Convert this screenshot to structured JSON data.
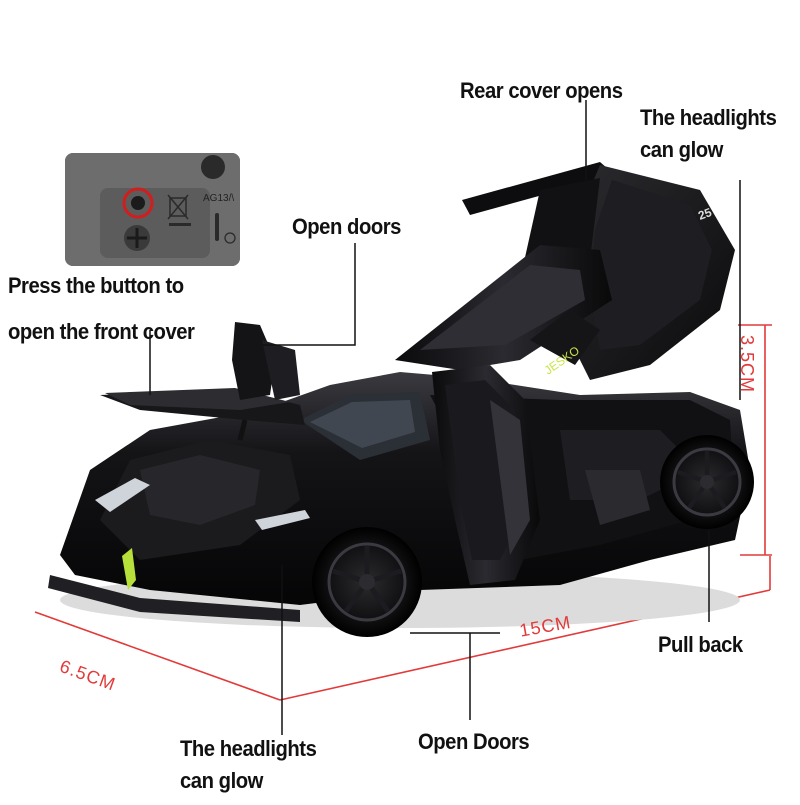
{
  "labels": {
    "rear_cover": "Rear cover opens",
    "headlights_top_1": "The headlights",
    "headlights_top_2": "can glow",
    "open_doors_top": "Open doors",
    "press_button_1": "Press the button to",
    "press_button_2": "open the front cover",
    "pull_back": "Pull back",
    "headlights_bottom_1": "The headlights",
    "headlights_bottom_2": "can glow",
    "open_doors_bottom": "Open Doors"
  },
  "dimensions": {
    "height": "3.5CM",
    "length": "15CM",
    "width": "6.5CM"
  },
  "inset_text": {
    "code": "AG13/\\"
  },
  "car_badge": {
    "door_text": "JESKO",
    "wing_text": "25"
  },
  "colors": {
    "background": "#ffffff",
    "car_body": "#0b0b0d",
    "dimension_lines": "#e23a3a",
    "accent_stripe": "#b8e03a",
    "label_text": "#111111"
  }
}
